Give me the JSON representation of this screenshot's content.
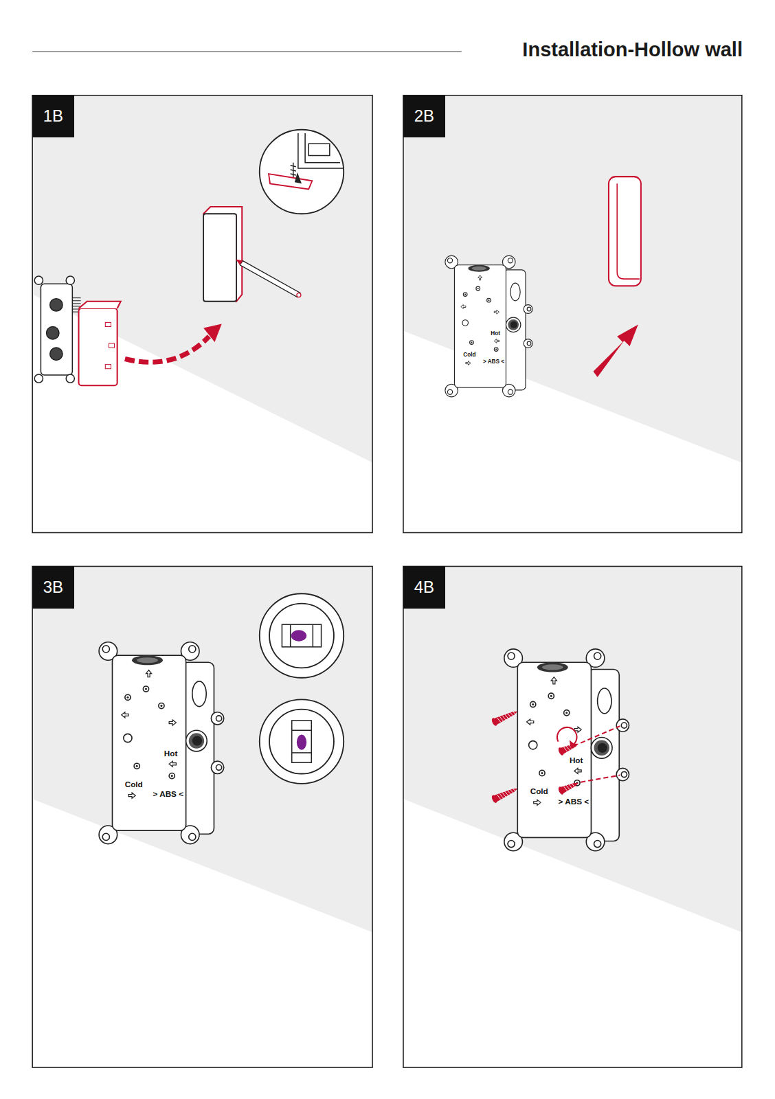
{
  "diagram": {
    "title": "Installation-Hollow wall",
    "nodes": [
      {
        "text": [
          "1B"
        ]
      },
      {
        "text": [
          "2B"
        ]
      },
      {
        "text": [
          "3B"
        ]
      },
      {
        "text": [
          "4B"
        ]
      }
    ],
    "labels": [
      "Hot",
      "Cold",
      "> ABS <",
      "Hot",
      "Cold",
      "> ABS <",
      "Hot",
      "Cold",
      "> ABS <"
    ]
  }
}
